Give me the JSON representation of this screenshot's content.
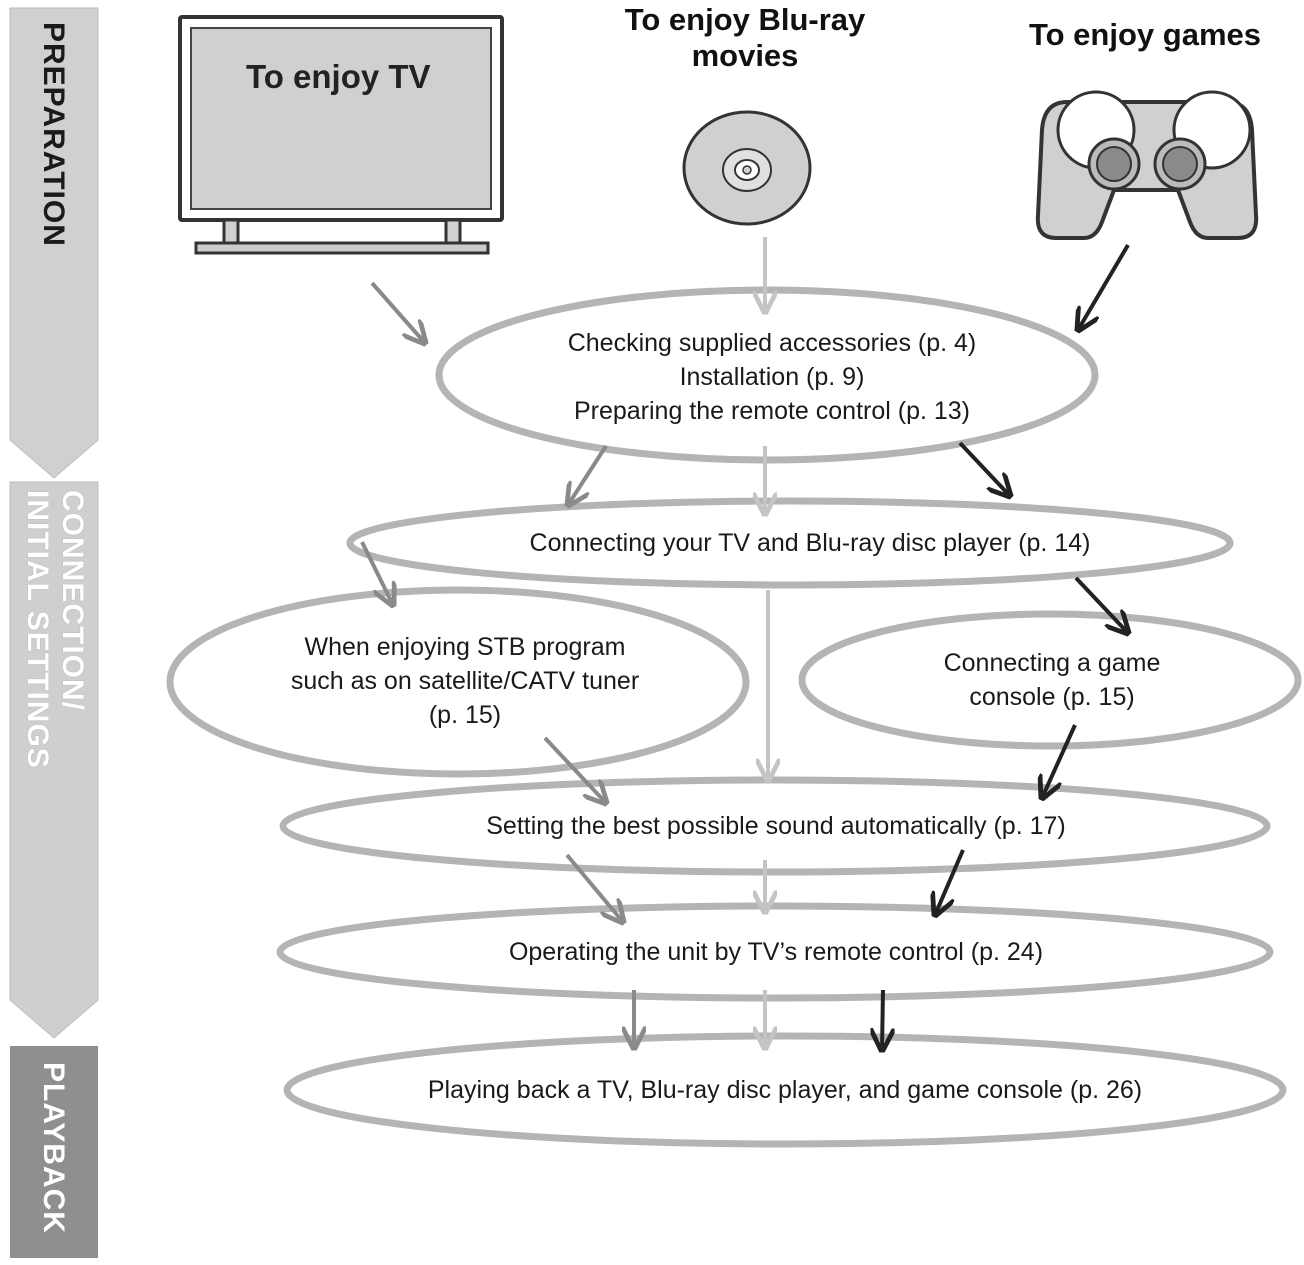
{
  "sidebar": {
    "preparation": "PREPARATION",
    "connection_line1": "CONNECTION/",
    "connection_line2": "INITIAL SETTINGS",
    "playback": "PLAYBACK"
  },
  "headings": {
    "tv": "To enjoy TV",
    "bluray_line1": "To enjoy Blu-ray",
    "bluray_line2": "movies",
    "games": "To enjoy games"
  },
  "steps": {
    "accessories": "Checking supplied accessories (p. 4)",
    "installation": "Installation (p. 9)",
    "remote": "Preparing the remote control (p. 13)",
    "connecting": "Connecting your TV and Blu-ray disc player (p. 14)",
    "stb_line1": "When enjoying STB program",
    "stb_line2": "such as on satellite/CATV tuner",
    "stb_line3": "(p. 15)",
    "game_line1": "Connecting a game",
    "game_line2": "console (p. 15)",
    "sound": "Setting the best possible sound automatically (p. 17)",
    "operating": "Operating the unit by TV’s remote control (p. 24)",
    "playing": "Playing back a TV, Blu-ray disc player, and game console (p. 26)"
  },
  "icons": [
    "tv-icon",
    "disc-icon",
    "game-controller-icon"
  ],
  "colors": {
    "sidebar_light": "#c8c8c8",
    "sidebar_dark": "#8a8a8a",
    "ellipse_stroke": "#b4b4b4",
    "arrow_tv": "#8a8a8a",
    "arrow_bluray": "#c4c4c4",
    "arrow_games": "#222222"
  }
}
